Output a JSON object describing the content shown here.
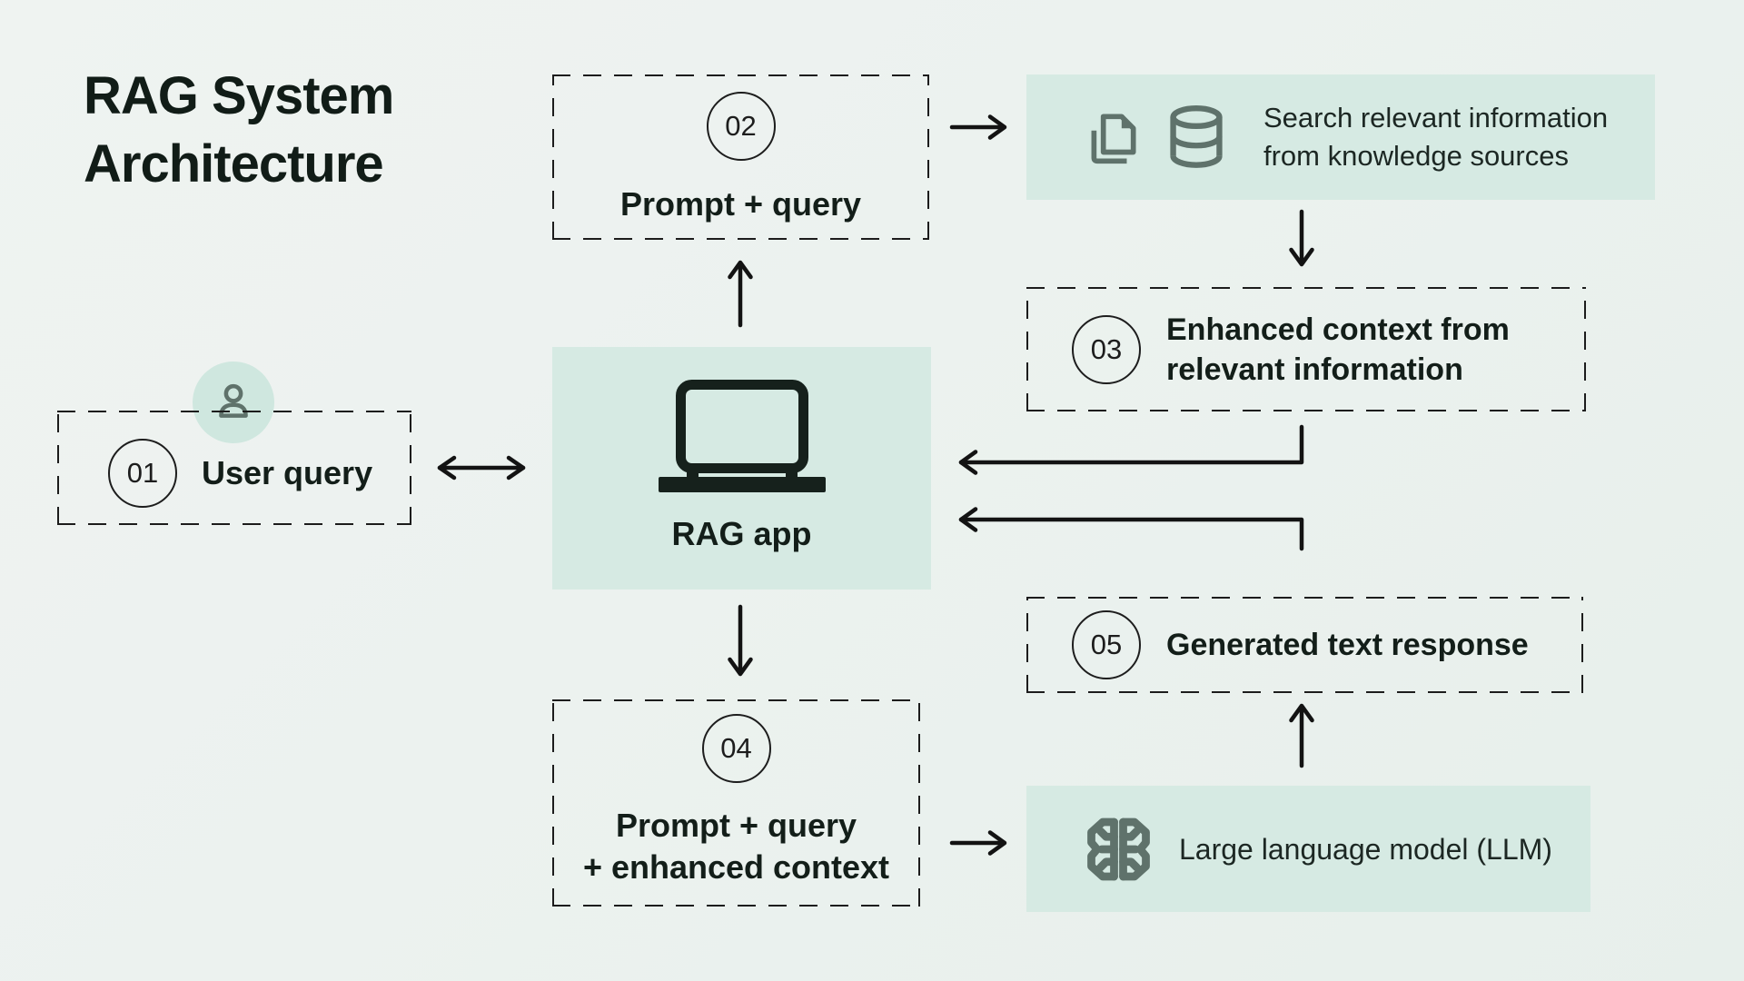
{
  "title": {
    "line1": "RAG System",
    "line2": "Architecture"
  },
  "nodes": {
    "user_query": {
      "number": "01",
      "label": "User query"
    },
    "prompt_query": {
      "number": "02",
      "label": "Prompt + query"
    },
    "search_knowledge": {
      "line1": "Search relevant information",
      "line2": "from knowledge sources"
    },
    "enhanced_context": {
      "number": "03",
      "line1": "Enhanced context from",
      "line2": "relevant information"
    },
    "rag_app": {
      "label": "RAG app"
    },
    "generated_response": {
      "number": "05",
      "label": "Generated text response"
    },
    "llm": {
      "label": "Large language model (LLM)"
    },
    "prompt_query_context": {
      "number": "04",
      "line1": "Prompt + query",
      "line2": "+ enhanced context"
    }
  },
  "icons": {
    "user": "user-icon",
    "documents": "documents-icon",
    "database": "database-icon",
    "laptop": "laptop-icon",
    "brain": "brain-icon"
  },
  "colors": {
    "background": "#ecf2ef",
    "mint_panel": "#d6eae3",
    "avatar_circle": "#cfe7df",
    "icon_muted": "#5f726b",
    "ink": "#131e19",
    "arrow": "#131313"
  }
}
